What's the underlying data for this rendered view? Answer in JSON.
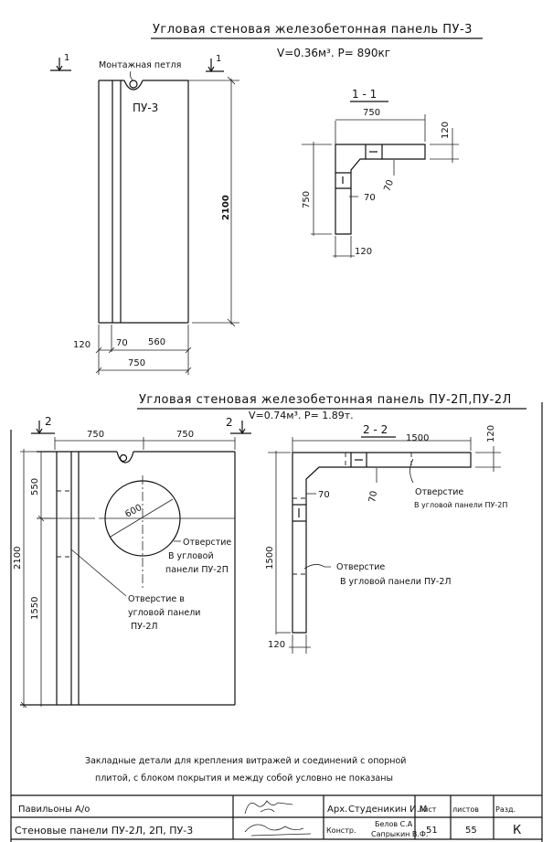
{
  "drawing": {
    "section1": {
      "title": "Угловая стеновая железобетонная панель ПУ-3",
      "params": "V=0.36м³.  P= 890кг",
      "cut_mark_left": "1",
      "cut_mark_right": "1",
      "loop_label": "Монтажная петля",
      "panel_label": "ПУ-3",
      "dims": {
        "height": "2100",
        "left_120": "120",
        "seg_70": "70",
        "seg_560": "560",
        "total_750": "750"
      },
      "section_view": {
        "title": "1 - 1",
        "top_750": "750",
        "right_120": "120",
        "left_750": "750",
        "inner_70_a": "70",
        "inner_70_b": "70",
        "bottom_120": "120"
      }
    },
    "section2": {
      "title": "Угловая стеновая железобетонная панель ПУ-2П,ПУ-2Л",
      "params": "V=0.74м³.  P= 1.89т.",
      "cut_mark_left": "2",
      "cut_mark_right": "2",
      "dims": {
        "top_left_750": "750",
        "top_right_750": "750",
        "height_2100": "2100",
        "upper_550": "550",
        "lower_1550": "1550",
        "circle_600": "600"
      },
      "notes": {
        "hole_2p": [
          "Отверстие",
          "В угловой",
          "панели ПУ-2П"
        ],
        "hole_2l": [
          "Отверстие в",
          "угловой панели",
          "ПУ-2Л"
        ]
      },
      "section_view": {
        "title": "2 - 2",
        "top_1500": "1500",
        "right_120": "120",
        "left_1500": "1500",
        "inner_70_a": "70",
        "inner_70_b": "70",
        "bottom_120": "120",
        "note_2p": [
          "Отверстие",
          "В угловой панели ПУ-2П"
        ],
        "note_2l": [
          "Отверстие",
          "В угловой панели ПУ-2Л"
        ]
      }
    },
    "footnote": [
      "Закладные детали для крепления витражей и соединений с опорной",
      "плитой, с блоком покрытия и между собой условно не показаны"
    ]
  },
  "title_block": {
    "project": "Павильоны А/о",
    "sheet_title": "Стеновые панели ПУ-2Л, 2П, ПУ-3",
    "arch_role": "Арх.",
    "arch_name": "Студеникин И.М",
    "constr_role": "Констр.",
    "constr_names": [
      "Белов С.А",
      "Сапрыкин В.Ф."
    ],
    "sheet_label": "лист",
    "sheets_label": "листов",
    "section_label": "Разд.",
    "sheet_no": "51",
    "sheets_total": "55",
    "section_code": "К"
  }
}
